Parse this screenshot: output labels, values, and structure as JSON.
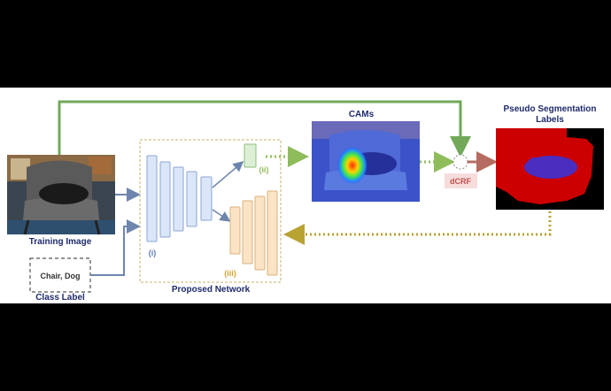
{
  "labels": {
    "training_image": "Training Image",
    "class_label_text": "Chair, Dog",
    "class_label": "Class Label",
    "proposed_network": "Proposed Network",
    "cams": "CAMs",
    "pseudo_seg_line1": "Pseudo Segmentation",
    "pseudo_seg_line2": "Labels",
    "dcrf": "dCRF",
    "part_i": "(i)",
    "part_ii": "(ii)",
    "part_iii": "(iii)"
  },
  "colors": {
    "label_text": "#1f2a6b",
    "green_arrow": "#72a85a",
    "blue_arrow": "#6e85ad",
    "olive_dotted": "#b8a233",
    "green_dotted": "#8fbc5a",
    "red_arrow": "#b56b5f",
    "encoder_fill": "#dbe6f8",
    "encoder_stroke": "#8ba6d4",
    "decoder_fill": "#fbe3c6",
    "decoder_stroke": "#d9b27a",
    "classifier_fill": "#dcefd5",
    "classifier_stroke": "#8fbc7a",
    "network_border": "#c9b06a",
    "dcrf_fill": "#f7dcdc",
    "dcrf_text": "#c0504d",
    "roman_text": "#5a7ab0",
    "roman_iii_text": "#d4a12f",
    "roman_ii_text": "#8fbc5a"
  }
}
